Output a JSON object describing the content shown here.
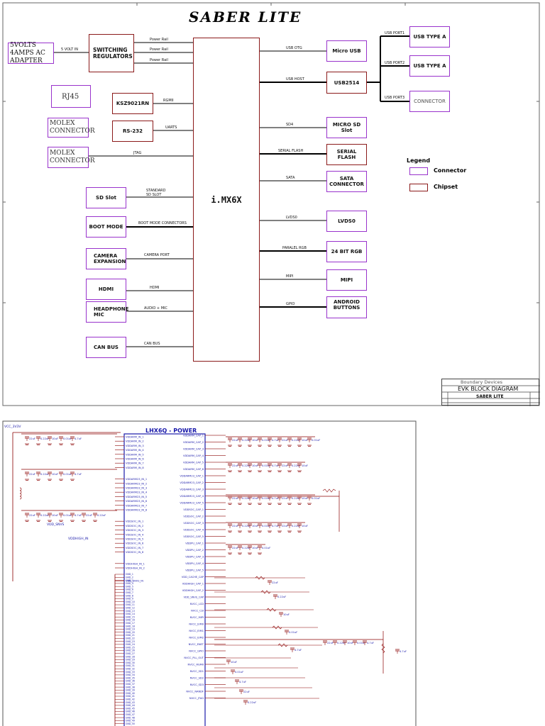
{
  "title": "SABER LITE",
  "center_chip": "i.MX6X",
  "left_blocks": {
    "adapter": "5VOLTS 4AMPS AC ADAPTER",
    "regulators": "SWITCHING REGULATORS",
    "rj45": "RJ45",
    "phy": "KSZ9021RN",
    "molex1": "MOLEX CONNECTOR",
    "rs232": "RS-232",
    "molex2": "MOLEX CONNECTOR",
    "sd_slot": "SD Slot",
    "boot_mode": "BOOT MODE",
    "camera": "CAMERA EXPANSION",
    "hdmi": "HDMI",
    "headphone": "HEADPHONE MIC",
    "can_bus": "CAN BUS"
  },
  "left_signals": {
    "five_volt_in": "5 VOLT IN",
    "power_rail": "Power Rail",
    "rgmii": "RGMII",
    "uarts": "UARTS",
    "jtag": "JTAG",
    "standard_sd": "STANDARD SD SLOT",
    "boot_mode_conn": "BOOT MODE CONNECTORS",
    "camera_port": "CAMERA PORT",
    "hdmi": "HDMI",
    "audio_mic": "AUDIO + MIC",
    "can_bus": "CAN BUS"
  },
  "right_blocks": {
    "micro_usb": "Micro USB",
    "usb2514": "USB2514",
    "micro_sd": "MICRO SD Slot",
    "serial_flash": "SERIAL FLASH",
    "sata": "SATA CONNECTOR",
    "lvds0": "LVDS0",
    "rgb": "24 BIT RGB",
    "mipi": "MIPI",
    "android": "ANDROID BUTTONS",
    "usb_a1": "USB TYPE A",
    "usb_a2": "USB TYPE A",
    "connector": "CONNECTOR"
  },
  "right_signals": {
    "usb_otg": "USB OTG",
    "usb_host": "USB HOST",
    "sd4": "SD4",
    "serial_flash": "SERIAL FLASH",
    "sata": "SATA",
    "lvds0": "LVDS0",
    "parallel_rgb": "PARALEL RGB",
    "mipi": "MIPI",
    "gpio": "GPIO",
    "usb_port1": "USB PORT1",
    "usb_port2": "USB PORT2",
    "usb_port3": "USB PORT3"
  },
  "legend": {
    "title": "Legend",
    "connector": "Connector",
    "chipset": "Chipset"
  },
  "title_block": {
    "company": "Boundary Devices",
    "drawing_title": "EVK BLOCK DIAGRAM",
    "project": "SABER LITE"
  },
  "schematic": {
    "title": "LHX6Q - POWER",
    "net_vcc": "VCC_3V3V",
    "net_vdd_snvs": "VDD_SNVS",
    "net_vdd_high": "VDDHIGH_IN",
    "cap_values": [
      "22uF",
      "0.22uF",
      "10uF",
      "0.01uF",
      "4.7uF"
    ],
    "pins_left": [
      "VDDARM_IN_1",
      "VDDARM_IN_2",
      "VDDARM_IN_3",
      "VDDARM_IN_4",
      "VDDARM_IN_5",
      "VDDARM_IN_6",
      "VDDARM_IN_7",
      "VDDARM_IN_8",
      "VDDARM23_IN_1",
      "VDDARM23_IN_2",
      "VDDARM23_IN_3",
      "VDDARM23_IN_4",
      "VDDARM23_IN_5",
      "VDDARM23_IN_6",
      "VDDARM23_IN_7",
      "VDDARM23_IN_8",
      "VDDSOC_IN_1",
      "VDDSOC_IN_2",
      "VDDSOC_IN_3",
      "VDDSOC_IN_4",
      "VDDSOC_IN_5",
      "VDDSOC_IN_6",
      "VDDSOC_IN_7",
      "VDDSOC_IN_8",
      "VDDHIGH_IN_1",
      "VDDHIGH_IN_2",
      "VDD_SNVS_IN"
    ],
    "pins_right": [
      "VDDARM_CAP_1",
      "VDDARM_CAP_2",
      "VDDARM_CAP_3",
      "VDDARM_CAP_4",
      "VDDARM_CAP_5",
      "VDDARM_CAP_6",
      "VDDARM23_CAP_1",
      "VDDARM23_CAP_2",
      "VDDARM23_CAP_3",
      "VDDARM23_CAP_4",
      "VDDARM23_CAP_5",
      "VDDSOC_CAP_1",
      "VDDSOC_CAP_2",
      "VDDSOC_CAP_3",
      "VDDSOC_CAP_4",
      "VDDSOC_CAP_5",
      "VDDPU_CAP_1",
      "VDDPU_CAP_2",
      "VDDPU_CAP_3",
      "VDDPU_CAP_4",
      "VDDPU_CAP_5",
      "VDD_CACHE_CAP",
      "VDDHIGH_CAP_1",
      "VDDHIGH_CAP_2",
      "VDD_SNVS_CAP",
      "NVCC_LCD",
      "NVCC_CSI",
      "NVCC_MIPI",
      "NVCC_EIM0",
      "NVCC_EIM1",
      "NVCC_EIM2",
      "NVCC_ENET",
      "NVCC_GPIO",
      "NVCC_PLL_OUT",
      "NVCC_RGMII",
      "NVCC_SD1",
      "NVCC_SD2",
      "NVCC_SD3",
      "NVCC_NANDF",
      "NVCC_JTAG"
    ],
    "pins_gnd": [
      "GND_1",
      "GND_2",
      "GND_3",
      "GND_4",
      "GND_5",
      "GND_6",
      "GND_7",
      "GND_8",
      "GND_9",
      "GND_10",
      "GND_11",
      "GND_12",
      "GND_13",
      "GND_14",
      "GND_15",
      "GND_16",
      "GND_17",
      "GND_18",
      "GND_19",
      "GND_20",
      "GND_21",
      "GND_22",
      "GND_23",
      "GND_24",
      "GND_25",
      "GND_26",
      "GND_27",
      "GND_28",
      "GND_29",
      "GND_30",
      "GND_31",
      "GND_32",
      "GND_33",
      "GND_34",
      "GND_35",
      "GND_36",
      "GND_37",
      "GND_38",
      "GND_39",
      "GND_40",
      "GND_41",
      "GND_42",
      "GND_43",
      "GND_44",
      "GND_45",
      "GND_46",
      "GND_47",
      "GND_48",
      "GND_49",
      "GND_50"
    ]
  },
  "colors": {
    "connector_border": "#9933cc",
    "chipset_border": "#8b1a1a",
    "schematic_wire": "#8b0000",
    "schematic_text": "#1a1aaa"
  }
}
